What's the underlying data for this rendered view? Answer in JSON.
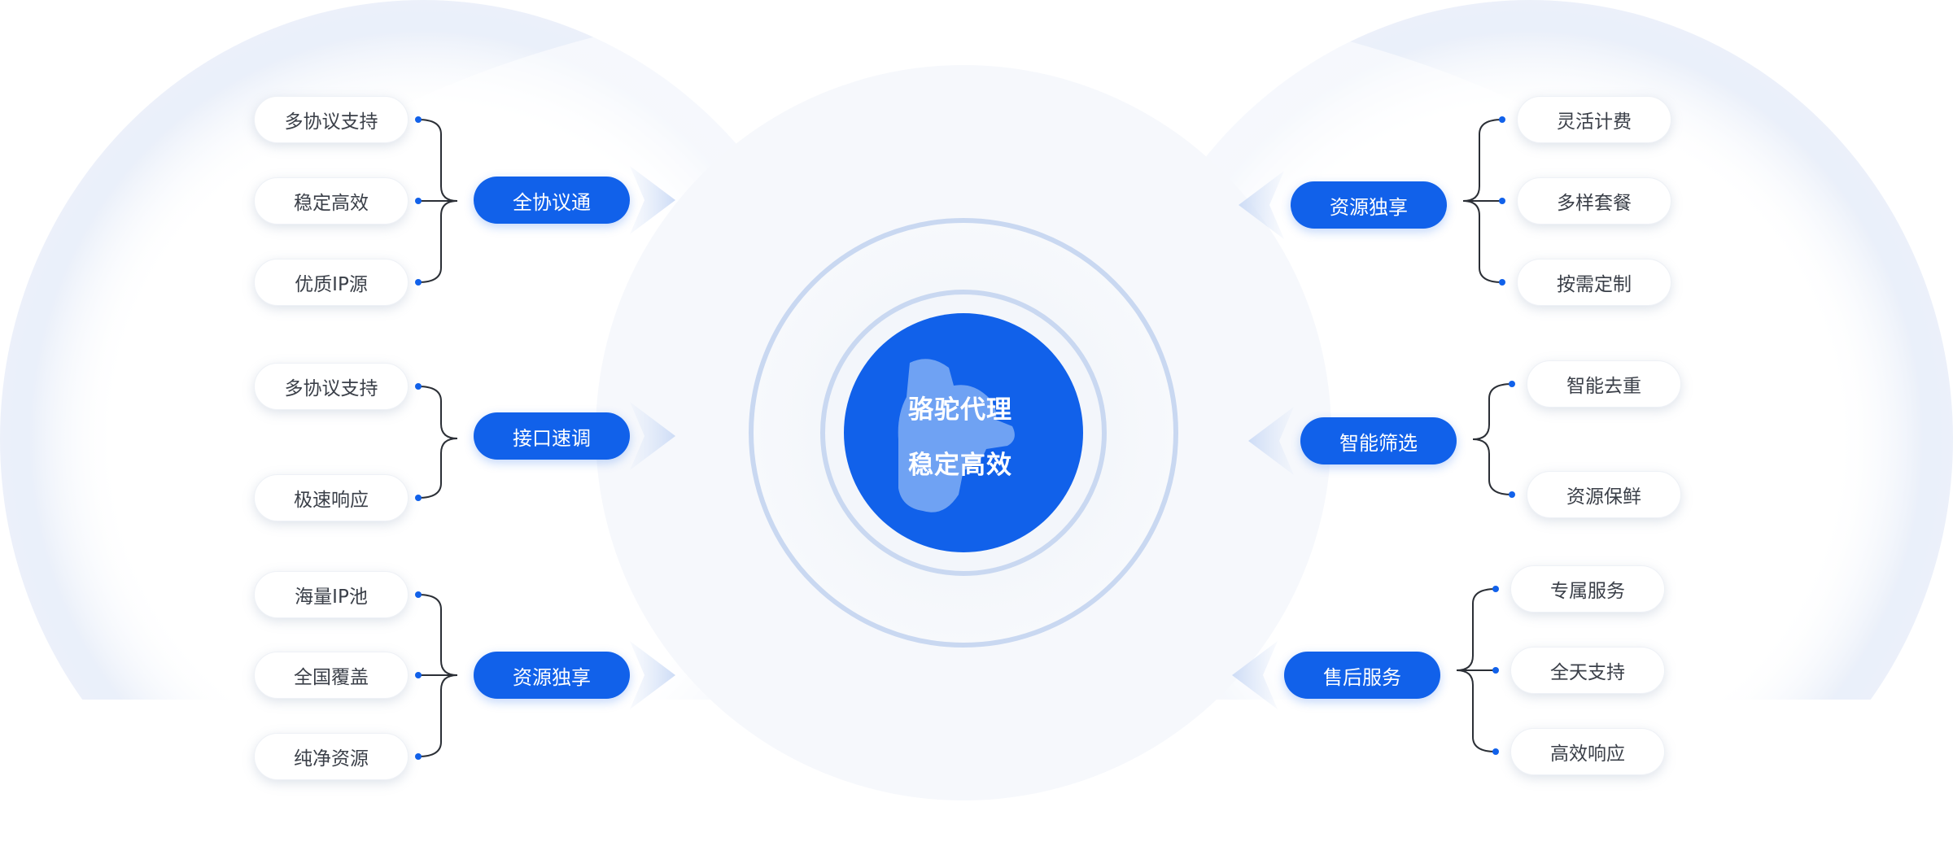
{
  "center": {
    "line1": "骆驼代理",
    "line2": "稳定高效"
  },
  "groups": [
    {
      "category": "全协议通",
      "items": [
        "多协议支持",
        "稳定高效",
        "优质IP源"
      ]
    },
    {
      "category": "接口速调",
      "items": [
        "多协议支持",
        "极速响应"
      ]
    },
    {
      "category": "资源独享",
      "items": [
        "海量IP池",
        "全国覆盖",
        "纯净资源"
      ]
    },
    {
      "category": "资源独享",
      "items": [
        "灵活计费",
        "多样套餐",
        "按需定制"
      ]
    },
    {
      "category": "智能筛选",
      "items": [
        "智能去重",
        "资源保鲜"
      ]
    },
    {
      "category": "售后服务",
      "items": [
        "专属服务",
        "全天支持",
        "高效响应"
      ]
    }
  ],
  "colors": {
    "accent": "#1161ea",
    "ring": "#c9d8f1",
    "halo": "#e4ebf8",
    "connector": "#2b2f36"
  }
}
